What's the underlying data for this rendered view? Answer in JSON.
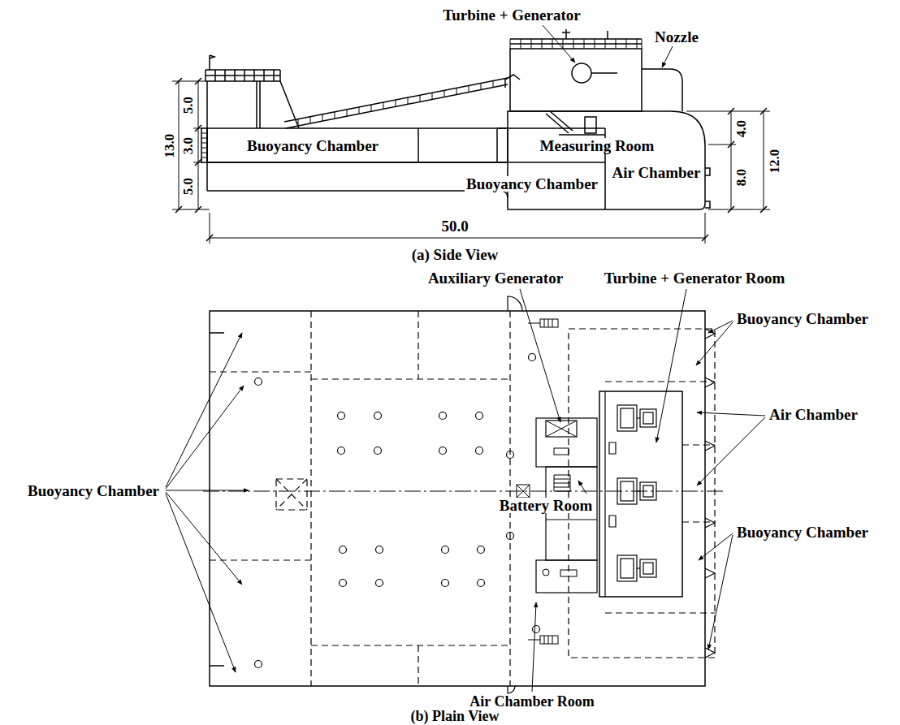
{
  "diagram": {
    "labels": [
      "Turbine + Generator",
      "Nozzle",
      "5.0",
      "3.0",
      "5.0",
      "13.0",
      "Buoyancy Chamber",
      "Measuring Room",
      "Air Chamber",
      "Buoyancy Chamber",
      "4.0",
      "8.0",
      "12.0",
      "50.0",
      "(a) Side View",
      "Auxiliary Generator",
      "Turbine + Generator Room",
      "Buoyancy Chamber",
      "Buoyancy Chamber",
      "Battery Room",
      "Air Chamber",
      "Buoyancy Chamber",
      "Air Chamber Room",
      "(b) Plain View"
    ]
  }
}
